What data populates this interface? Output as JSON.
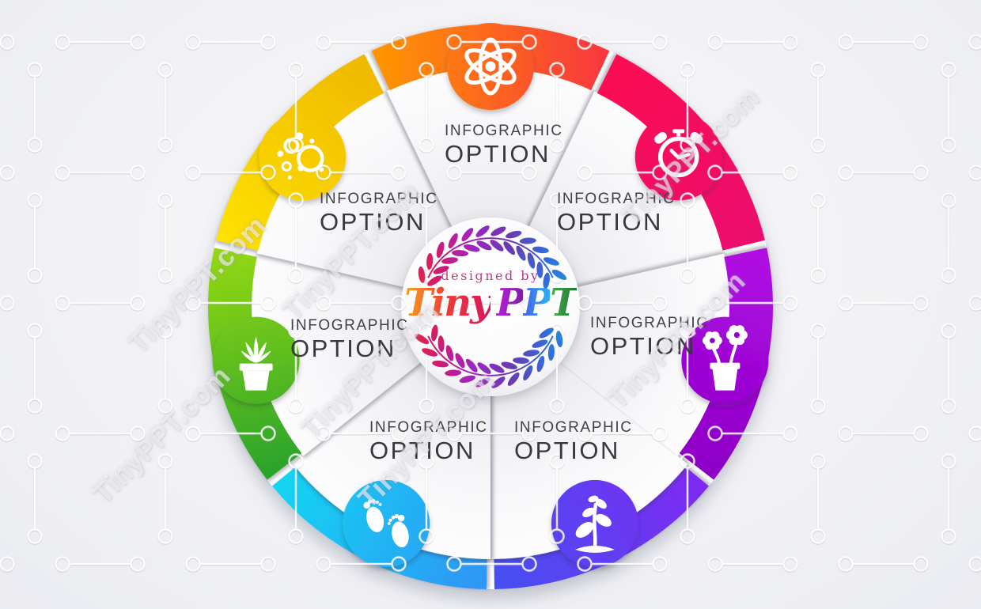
{
  "watermark": {
    "text": "TinyPPT.com"
  },
  "logo": {
    "designed_by": "designed by",
    "designed_by_colors": [
      "#d84a5e",
      "#9c27b0"
    ],
    "brand": {
      "tiny": "Tiny",
      "p1": "P",
      "p2": "P",
      "t": "T"
    },
    "letter_colors": {
      "tiny": [
        "#f6a21e",
        "#ef3b36",
        "#d6175f"
      ],
      "p1": [
        "#b81fd6",
        "#7d1fa8"
      ],
      "p2": [
        "#4a5fe8",
        "#2ab2f4"
      ],
      "t": [
        "#49ab4c",
        "#1d7a33"
      ]
    },
    "wreath_colors": [
      "#e53935",
      "#d81b60",
      "#a224c0",
      "#6a3ab2",
      "#2f6fe0",
      "#1ba8c4"
    ]
  },
  "segments": [
    {
      "name": "top",
      "line1": "INFOGRAPHIC",
      "line2": "OPTION",
      "icon": "atom-icon",
      "color_start": "#ff9500",
      "color_end": "#f9383e"
    },
    {
      "name": "upper-right",
      "line1": "INFOGRAPHIC",
      "line2": "OPTION",
      "icon": "alarm-clock-icon",
      "color_start": "#fb1053",
      "color_end": "#ec0f6e"
    },
    {
      "name": "right",
      "line1": "INFOGRAPHIC",
      "line2": "OPTION",
      "icon": "flower-pot-icon",
      "color_start": "#b00ae3",
      "color_end": "#8d02c6"
    },
    {
      "name": "lower-right",
      "line1": "INFOGRAPHIC",
      "line2": "OPTION",
      "icon": "sprout-icon",
      "color_start": "#7e2af3",
      "color_end": "#474ff2"
    },
    {
      "name": "lower-left",
      "line1": "INFOGRAPHIC",
      "line2": "OPTION",
      "icon": "footprints-icon",
      "color_start": "#2f96f5",
      "color_end": "#14d4f2"
    },
    {
      "name": "left",
      "line1": "INFOGRAPHIC",
      "line2": "OPTION",
      "icon": "succulent-pot-icon",
      "color_start": "#2aa32c",
      "color_end": "#93d812"
    },
    {
      "name": "upper-left",
      "line1": "INFOGRAPHIC",
      "line2": "OPTION",
      "icon": "bubbles-icon",
      "color_start": "#fde104",
      "color_end": "#f0b902"
    }
  ]
}
